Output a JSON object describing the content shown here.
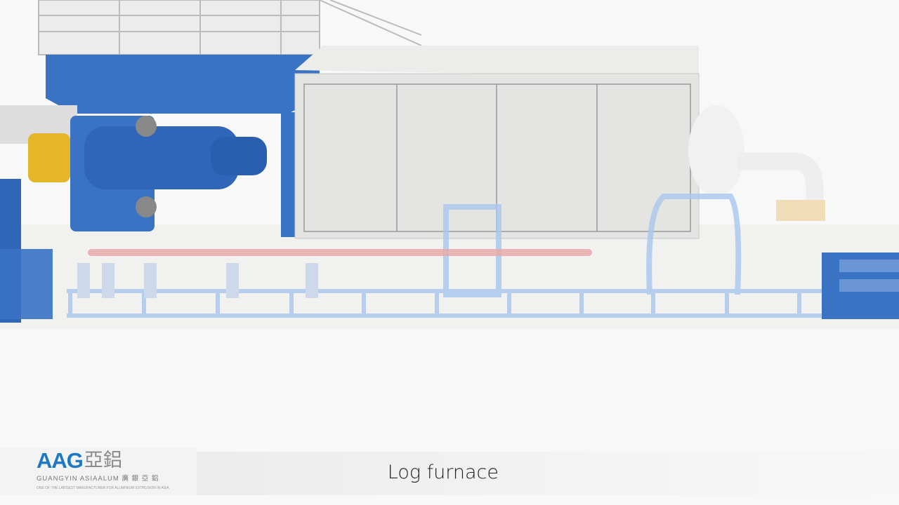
{
  "caption": "Log furnace",
  "logo": {
    "brand": "AAG",
    "brand_cn": "亞鋁",
    "subtitle": "GUANGYIN ASIAALUM 廣 銀 亞 鋁",
    "tagline": "ONE OF THE LARGEST MANUFACTURER FOR ALUMINIUM EXTRUSION IN ASIA"
  },
  "colors": {
    "machine_blue": "#3a72c4",
    "furnace_grey": "#e4e4e2",
    "billet": "#e7a9a9",
    "yoke_yellow": "#e5b52a"
  }
}
